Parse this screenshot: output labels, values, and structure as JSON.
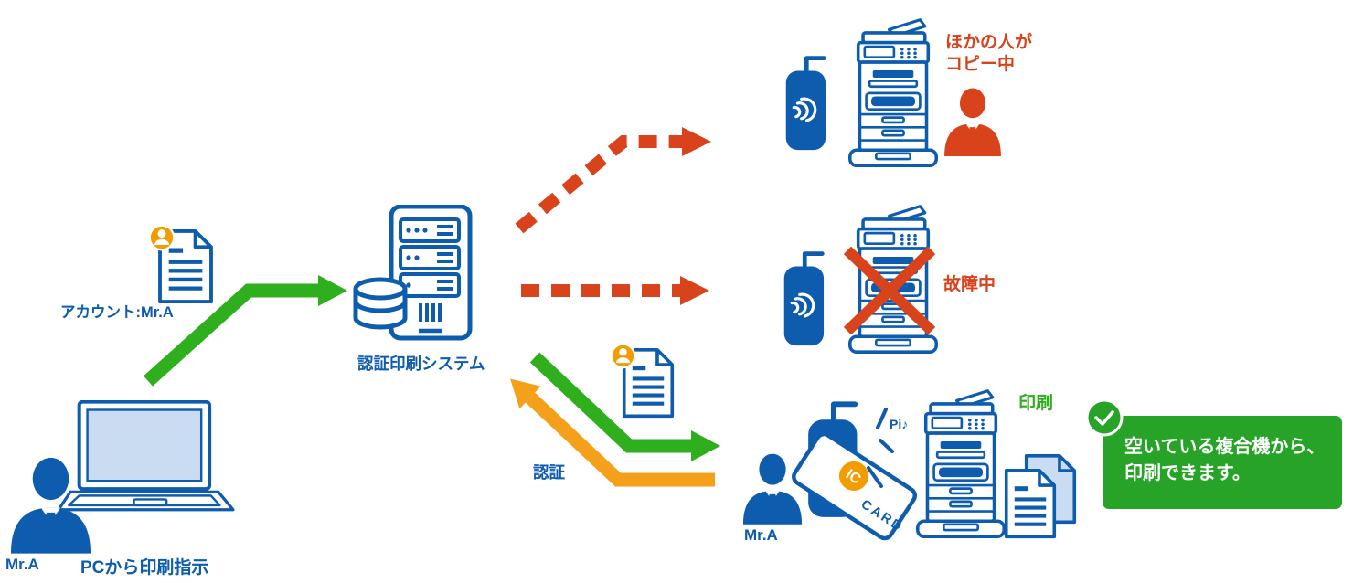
{
  "colors": {
    "blue": "#0E5CAD",
    "light_blue": "#C9DCF2",
    "green_arrow": "#2FAE1E",
    "green_box": "#27A427",
    "orange_arrow": "#F5A01B",
    "red_orange": "#D8431B",
    "badge_orange": "#F29C00"
  },
  "pc": {
    "person_label": "Mr.A",
    "caption": "PCから印刷指示"
  },
  "account_doc": {
    "label": "アカウント:Mr.A"
  },
  "server": {
    "label": "認証印刷システム"
  },
  "printer_busy": {
    "caption_line1": "ほかの人が",
    "caption_line2": "コピー中"
  },
  "printer_broken": {
    "caption": "故障中"
  },
  "printer_free": {
    "caption": "印刷",
    "person_label": "Mr.A",
    "beep": "Pi♪",
    "card_chip": "IC",
    "card_text": "CARD"
  },
  "callout": {
    "line1": "空いている複合機から、",
    "line2": "印刷できます。"
  },
  "flows": [
    {
      "from": "pc",
      "to": "server",
      "style": "solid",
      "color": "green",
      "label": ""
    },
    {
      "from": "server",
      "to": "printer-busy",
      "style": "dashed",
      "color": "red",
      "label": ""
    },
    {
      "from": "server",
      "to": "printer-broken",
      "style": "dashed",
      "color": "red",
      "label": ""
    },
    {
      "from": "server",
      "to": "printer-free",
      "style": "solid",
      "color": "green",
      "label": ""
    },
    {
      "from": "printer-free",
      "to": "server",
      "style": "solid",
      "color": "orange",
      "label": "認証"
    }
  ],
  "icons": {
    "person": "svg-silhouette",
    "laptop": "svg-laptop",
    "document": "svg-document-with-lines",
    "account_badge": "svg-orange-user-circle",
    "server": "svg-server-tower-with-database",
    "card_reader": "svg-nfc-reader",
    "nfc_waves": "svg-contactless-waves",
    "printer": "svg-multifunction-printer",
    "broken_cross": "svg-red-x",
    "ic_card": "svg-ic-card",
    "document_stack": "svg-paper-stack",
    "check": "svg-green-check-circle"
  }
}
